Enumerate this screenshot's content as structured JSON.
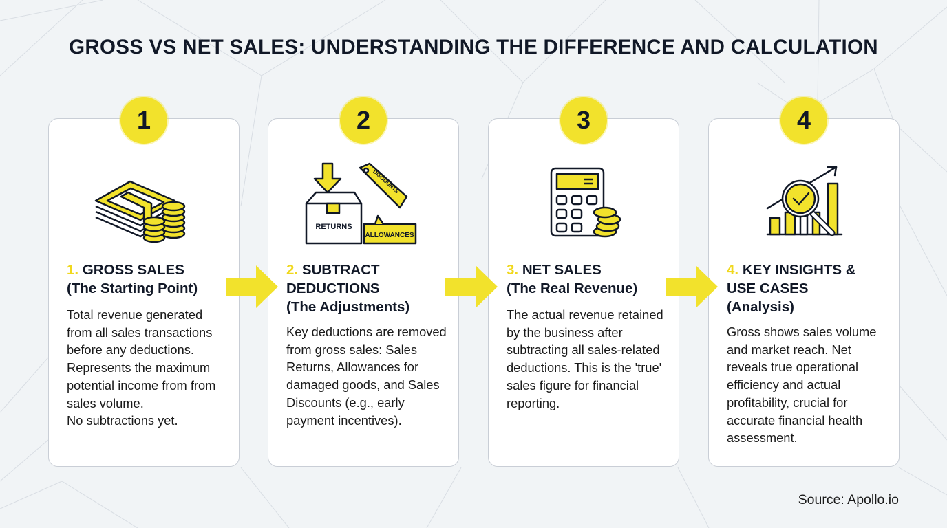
{
  "title": "GROSS VS NET SALES: UNDERSTANDING THE DIFFERENCE AND CALCULATION",
  "colors": {
    "accent_yellow": "#f2e22c",
    "heading_number": "#f0d81e",
    "text_dark": "#111827",
    "background": "#f1f4f6",
    "card_border": "#c9ced6"
  },
  "steps": [
    {
      "badge": "1",
      "icon": "money-stack-coins-icon",
      "number_prefix": "1.",
      "heading_line1": "GROSS SALES",
      "heading_line2": "(The Starting Point)",
      "body": "Total revenue generated from all sales transactions before any deductions.",
      "body_extra": "Represents the maximum potential income from from sales volume.",
      "body_extra2": "No subtractions yet."
    },
    {
      "badge": "2",
      "icon": "returns-box-discount-tag-icon",
      "icon_labels": {
        "box": "RETURNS",
        "bubble": "ALLOWANCES",
        "tag": "DISCOUNTS"
      },
      "number_prefix": "2.",
      "heading_line1": "SUBTRACT",
      "heading_line2": "DEDUCTIONS",
      "heading_line3": "(The Adjustments)",
      "body": "Key deductions are removed from gross sales: Sales Returns, Allowances for damaged goods, and Sales Discounts (e.g., early payment incentives)."
    },
    {
      "badge": "3",
      "icon": "calculator-coins-icon",
      "number_prefix": "3.",
      "heading_line1": "NET SALES",
      "heading_line2": "(The Real Revenue)",
      "body": "The actual revenue retained by the business after subtracting all sales-related deductions. This is the 'true' sales figure for financial reporting."
    },
    {
      "badge": "4",
      "icon": "chart-magnifier-check-icon",
      "number_prefix": "4.",
      "heading_line1": "KEY INSIGHTS &",
      "heading_line2": "USE CASES",
      "heading_line3": "(Analysis)",
      "body": "Gross shows sales volume and market reach. Net reveals true operational efficiency and actual profitability, crucial for accurate financial health assessment."
    }
  ],
  "source": "Source: Apollo.io"
}
